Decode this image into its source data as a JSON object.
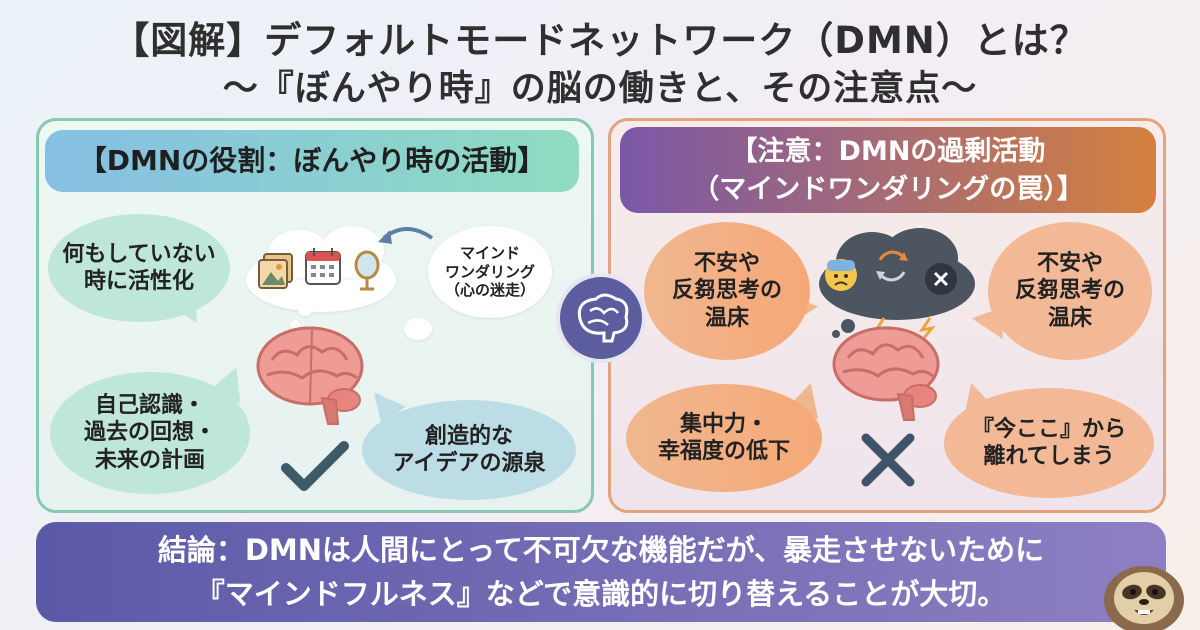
{
  "title": {
    "line1": "【図解】デフォルトモードネットワーク（DMN）とは？",
    "line2": "〜『ぼんやり時』の脳の働きと、その注意点〜"
  },
  "left": {
    "banner": "【DMNの役割：ぼんやり時の活動】",
    "bubble1": [
      "何もしていない",
      "時に活性化"
    ],
    "bubble2": [
      "自己認識・",
      "過去の回想・",
      "未来の計画"
    ],
    "bubble3": [
      "創造的な",
      "アイデアの源泉"
    ],
    "thought_label": [
      "マインド",
      "ワンダリング",
      "（心の迷走）"
    ]
  },
  "right": {
    "banner_line1": "【注意：DMNの過剰活動",
    "banner_line2": "（マインドワンダリングの罠）】",
    "bubble1": [
      "不安や",
      "反芻思考の",
      "温床"
    ],
    "bubble2": [
      "不安や",
      "反芻思考の",
      "温床"
    ],
    "bubble3": [
      "集中力・",
      "幸福度の低下"
    ],
    "bubble4": [
      "『今ここ』から",
      "離れてしまう"
    ]
  },
  "conclusion": {
    "line1": "結論：DMNは人間にとって不可欠な機能だが、暴走させないために",
    "line2": "『マインドフルネス』などで意識的に切り替えることが大切。"
  },
  "icons": [
    "photo-icon",
    "calendar-icon",
    "mirror-icon",
    "brain-icon",
    "checkmark-icon",
    "cross-icon",
    "worried-face-icon",
    "cycle-arrows-icon",
    "x-circle-icon",
    "sloth-mascot"
  ],
  "colors": {
    "green_border": "#86c9b2",
    "orange_border": "#e4a27d",
    "conclusion": "#5b5aa8",
    "check": "#3c5a68",
    "cross": "#3f5468"
  }
}
